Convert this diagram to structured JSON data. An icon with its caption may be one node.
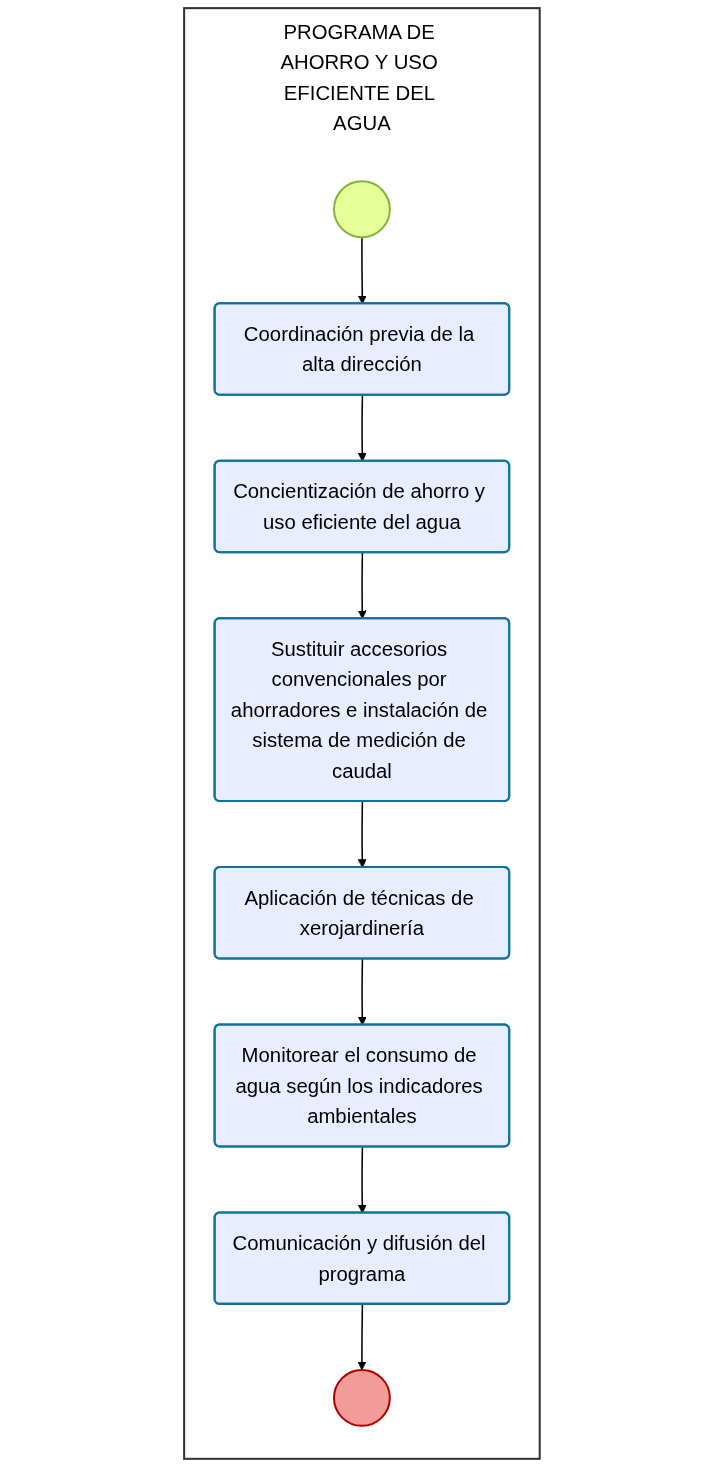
{
  "diagram": {
    "nodes": [
      {
        "text": [
          "PROGRAMA DE AHORRO Y USO EFICIENTE DEL AGUA"
        ]
      },
      {
        "text": [],
        "shape": "circle",
        "in": 0
      },
      {
        "text": [
          "Coordinación previa de la alta dirección"
        ],
        "in": 0
      },
      {
        "text": [
          "Concientización de ahorro y uso eficiente del agua"
        ],
        "in": 0
      },
      {
        "text": [
          "Sustituir accesorios convencionales por ahorradores e instalación de sistema de medición de caudal"
        ],
        "in": 0
      },
      {
        "text": [
          "Aplicación de técnicas de xerojardinería"
        ],
        "in": 0
      },
      {
        "text": [
          "Monitorear el consumo de agua según los indicadores ambientales"
        ],
        "in": 0
      },
      {
        "text": [
          "Comunicación y difusión del programa"
        ],
        "in": 0
      },
      {
        "text": [],
        "shape": "circle",
        "in": 0
      }
    ],
    "edges": [
      {
        "from": 1,
        "to": 2,
        "arrow": "to"
      },
      {
        "from": 2,
        "to": 3,
        "arrow": "to"
      },
      {
        "from": 3,
        "to": 4,
        "arrow": "to"
      },
      {
        "from": 4,
        "to": 5,
        "arrow": "to"
      },
      {
        "from": 5,
        "to": 6,
        "arrow": "to"
      },
      {
        "from": 6,
        "to": 7,
        "arrow": "to"
      },
      {
        "from": 7,
        "to": 8,
        "arrow": "to"
      }
    ]
  }
}
